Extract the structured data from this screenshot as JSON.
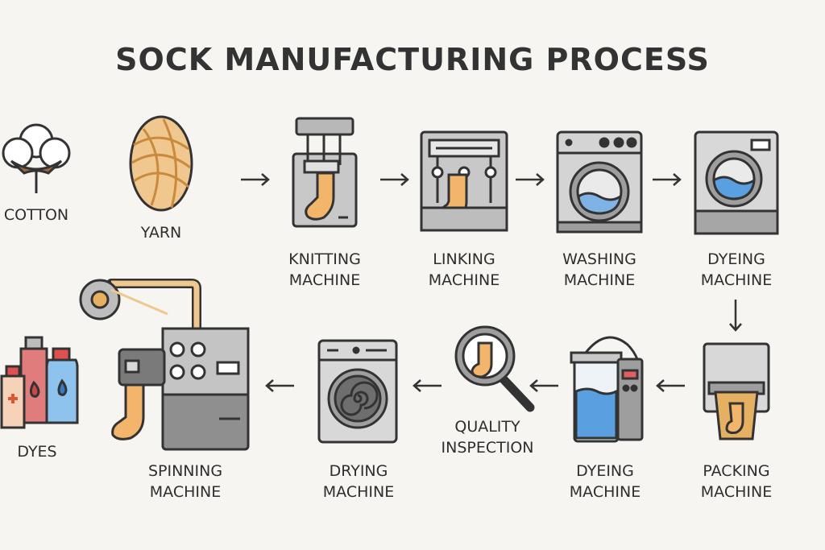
{
  "title": "SOCK MANUFACTURING PROCESS",
  "colors": {
    "outline": "#333333",
    "sock": "#f2b56b",
    "yarn": "#f0c78e",
    "machine": "#b8b8b8",
    "water": "#7fb3e6",
    "background": "#f6f5f1"
  },
  "top_row": [
    {
      "label": "COTTON",
      "icon": "cotton-icon"
    },
    {
      "label": "YARN",
      "icon": "yarn-ball-icon"
    },
    {
      "label": "KNITTING\nMACHINE",
      "icon": "knitting-machine-icon"
    },
    {
      "label": "LINKING\nMACHINE",
      "icon": "linking-machine-icon"
    },
    {
      "label": "WASHING\nMACHINE",
      "icon": "washing-machine-icon"
    },
    {
      "label": "DYEING\nMACHINE",
      "icon": "dyeing-machine-icon"
    }
  ],
  "bottom_row": [
    {
      "label": "PACKING\nMACHINE",
      "icon": "packing-machine-icon"
    },
    {
      "label": "DYEING\nMACHINE",
      "icon": "dyeing-tank-icon"
    },
    {
      "label": "QUALITY\nINSPECTION",
      "icon": "magnifier-sock-icon"
    },
    {
      "label": "DRYING\nMACHINE",
      "icon": "drying-machine-icon"
    },
    {
      "label": "SPINNING\nMACHINE",
      "icon": "spinning-machine-icon"
    },
    {
      "label": "DYES",
      "icon": "dye-bottles-icon"
    }
  ]
}
